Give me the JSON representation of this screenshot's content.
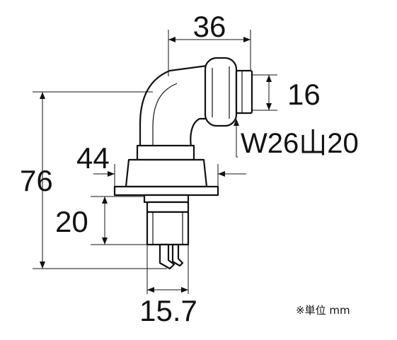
{
  "dimensions": {
    "top_width": "36",
    "outlet_diameter": "16",
    "thread_spec": "W26山20",
    "flange_width": "44",
    "total_height": "76",
    "lower_height": "20",
    "bottom_width": "15.7"
  },
  "unit_note": "※単位 mm",
  "colors": {
    "line": "#111111",
    "background": "#ffffff"
  }
}
